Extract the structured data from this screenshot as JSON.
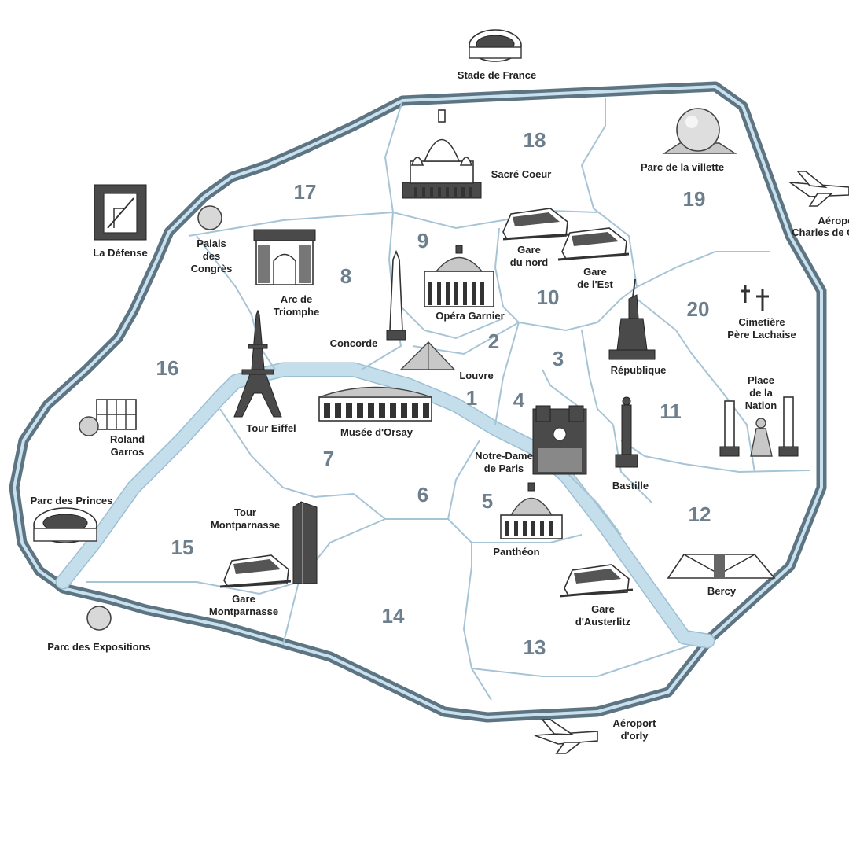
{
  "districts": [
    "1",
    "2",
    "3",
    "4",
    "5",
    "6",
    "7",
    "8",
    "9",
    "10",
    "11",
    "12",
    "13",
    "14",
    "15",
    "16",
    "17",
    "18",
    "19",
    "20"
  ],
  "landmarks": {
    "stade_de_france": "Stade de France",
    "sacre_coeur": "Sacré Coeur",
    "parc_villette": "Parc de la villette",
    "aeroport_cdg_1": "Aéroport",
    "aeroport_cdg_2": "Charles de Gaulle",
    "la_defense": "La Défense",
    "palais_1": "Palais",
    "palais_2": "des",
    "palais_3": "Congrès",
    "arc_1": "Arc de",
    "arc_2": "Triomphe",
    "gare_nord_1": "Gare",
    "gare_nord_2": "du nord",
    "gare_est_1": "Gare",
    "gare_est_2": "de l'Est",
    "opera": "Opéra Garnier",
    "concorde": "Concorde",
    "louvre": "Louvre",
    "republique": "République",
    "cimetiere_1": "Cimetière",
    "cimetiere_2": "Père Lachaise",
    "nation_1": "Place",
    "nation_2": "de la",
    "nation_3": "Nation",
    "tour_eiffel": "Tour Eiffel",
    "orsay": "Musée d'Orsay",
    "roland_1": "Roland",
    "roland_2": "Garros",
    "notre_dame_1": "Notre-Dame",
    "notre_dame_2": "de Paris",
    "bastille": "Bastille",
    "parc_princes": "Parc des Princes",
    "montparnasse_tour_1": "Tour",
    "montparnasse_tour_2": "Montparnasse",
    "pantheon": "Panthéon",
    "bercy": "Bercy",
    "gare_montparnasse_1": "Gare",
    "gare_montparnasse_2": "Montparnasse",
    "austerlitz_1": "Gare",
    "austerlitz_2": "d'Austerlitz",
    "parc_expositions": "Parc des Expositions",
    "orly_1": "Aéroport",
    "orly_2": "d'orly"
  }
}
